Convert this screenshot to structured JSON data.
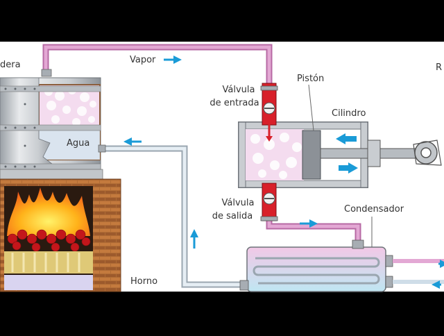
{
  "labels": {
    "caldera_fragment": "dera",
    "r_fragment": "R",
    "vapor": "Vapor",
    "agua": "Agua",
    "valvula_entrada_1": "Válvula",
    "valvula_entrada_2": "de entrada",
    "piston": "Pistón",
    "cilindro": "Cilindro",
    "valvula_salida_1": "Válvula",
    "valvula_salida_2": "de salida",
    "condensador": "Condensador",
    "horno": "Horno"
  },
  "colors": {
    "steam_pipe": "#d98fc6",
    "water_pipe": "#cfdde8",
    "valve": "#d8202a",
    "flame": "#f6a21a",
    "brick": "#a86a3a",
    "arrow": "#1a9bd7"
  }
}
